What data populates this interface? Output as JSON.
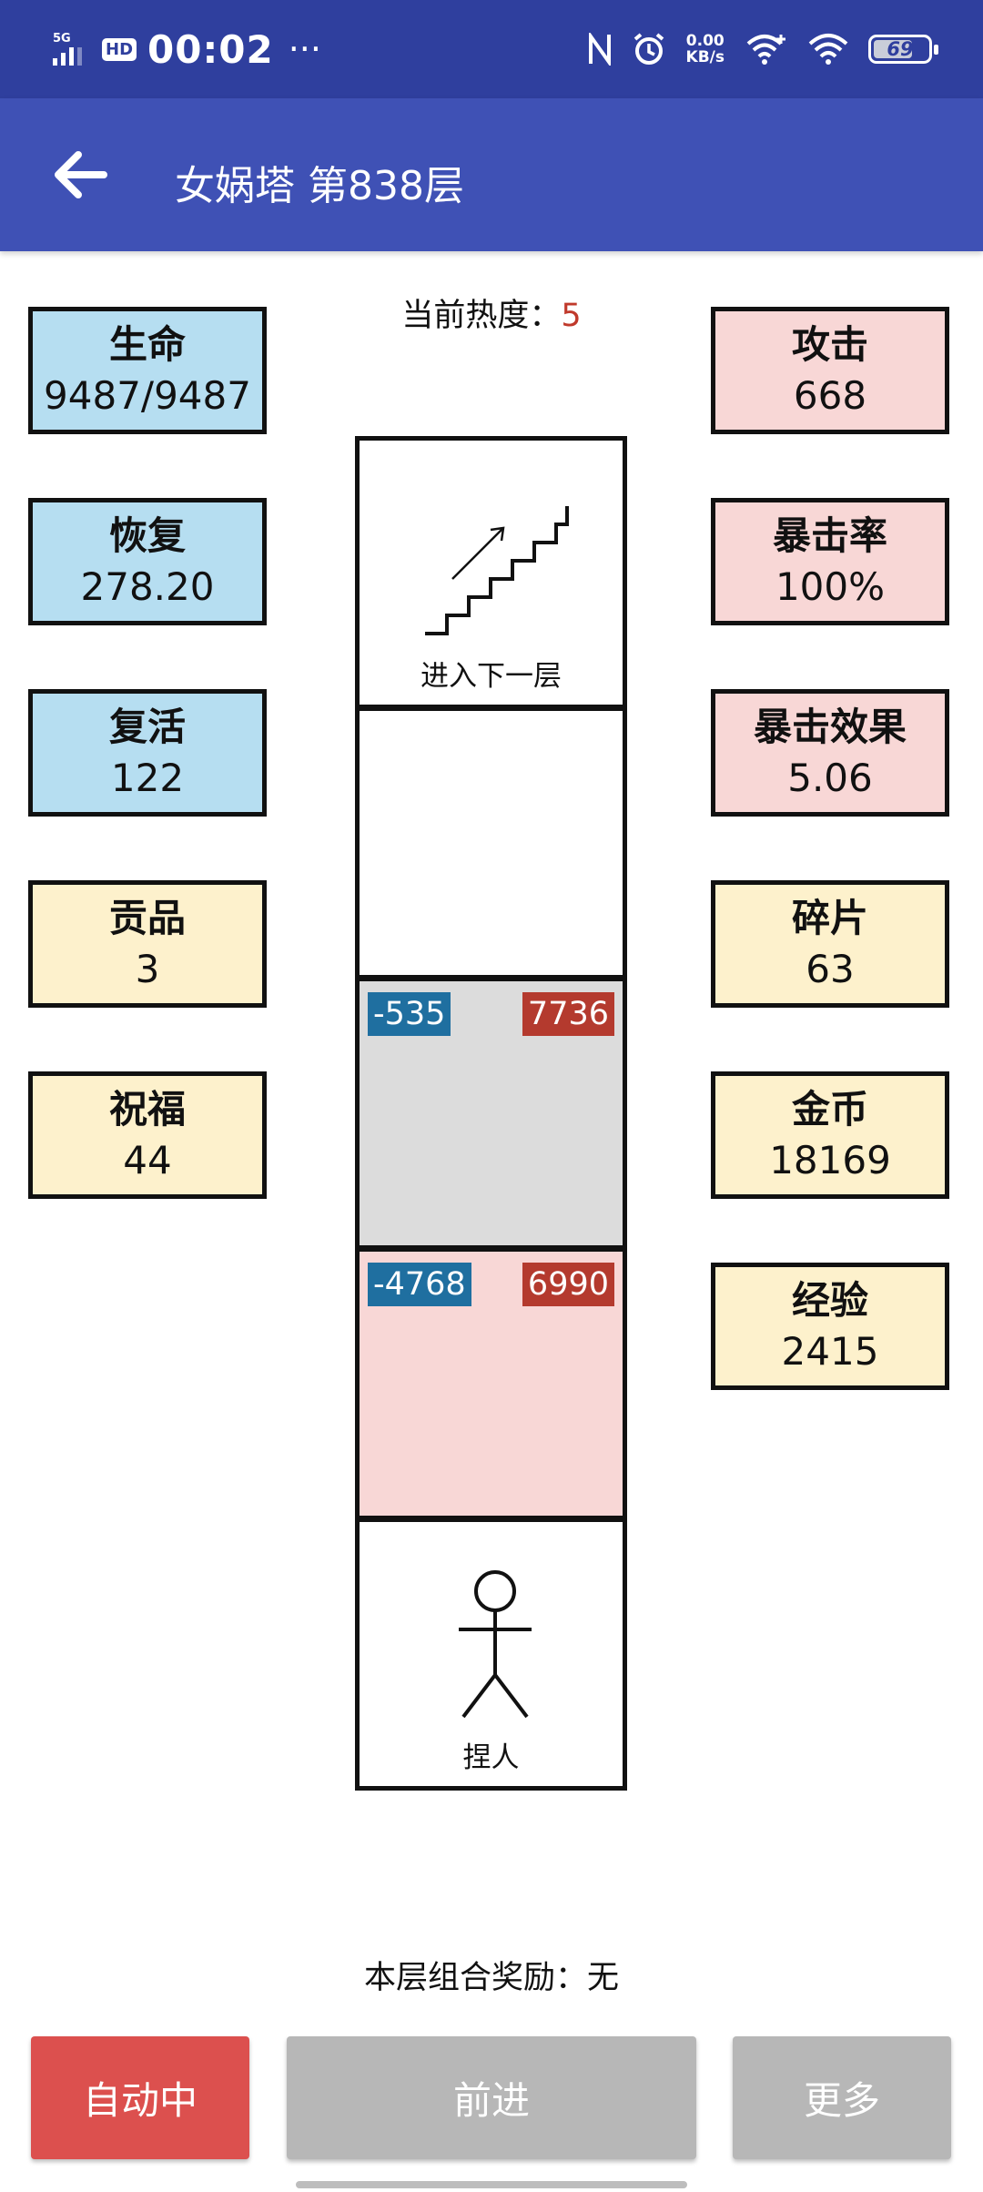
{
  "status_bar": {
    "network": "5G",
    "hd": "HD",
    "time": "00:02",
    "more": "···",
    "speed_value": "0.00",
    "speed_unit": "KB/s",
    "battery": "69"
  },
  "app_bar": {
    "title": "女娲塔 第838层"
  },
  "heat": {
    "label": "当前热度：",
    "value": "5"
  },
  "left_stats": [
    {
      "label": "生命",
      "value": "9487/9487"
    },
    {
      "label": "恢复",
      "value": "278.20"
    },
    {
      "label": "复活",
      "value": "122"
    },
    {
      "label": "贡品",
      "value": "3"
    },
    {
      "label": "祝福",
      "value": "44"
    }
  ],
  "right_stats": [
    {
      "label": "攻击",
      "value": "668"
    },
    {
      "label": "暴击率",
      "value": "100%"
    },
    {
      "label": "暴击效果",
      "value": "5.06"
    },
    {
      "label": "碎片",
      "value": "63"
    },
    {
      "label": "金币",
      "value": "18169"
    },
    {
      "label": "经验",
      "value": "2415"
    }
  ],
  "tower": {
    "stairs_label": "进入下一层",
    "enemy1": {
      "defense": "-535",
      "attack": "7736"
    },
    "enemy2": {
      "defense": "-4768",
      "attack": "6990"
    },
    "player_label": "捏人"
  },
  "reward": "本层组合奖励：无",
  "buttons": {
    "auto": "自动中",
    "forward": "前进",
    "more": "更多"
  },
  "colors": {
    "status_bar": "#2f3f9e",
    "app_bar": "#3f51b5",
    "blue_stat": "#b6def1",
    "pink_stat": "#f8d7d6",
    "yellow_stat": "#fdf1cc",
    "auto_button": "#dc504e",
    "disabled_button": "#b7b7b7"
  }
}
